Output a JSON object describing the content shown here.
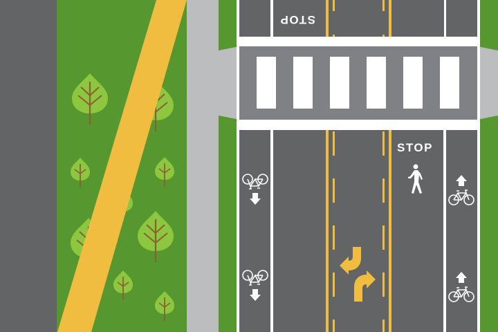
{
  "scene": {
    "description": "Top-down street illustration with park, sidewalk, crosswalk, bike lanes and center turn lane",
    "colors": {
      "asphalt": "#636466",
      "crosswalk_band": "#808184",
      "sidewalk": "#bcbdbf",
      "grass": "#56982f",
      "tree_leaf": "#8dc63f",
      "tree_trunk": "#8b5e34",
      "path_yellow": "#f1bd41",
      "line_white": "#ffffff"
    }
  },
  "markings": {
    "stop_top": "STOP",
    "stop_bottom": "STOP"
  },
  "icons": {
    "bike_left_upper": "bicycle-icon",
    "bike_left_lower": "bicycle-icon",
    "bike_right_upper": "bicycle-icon",
    "bike_right_lower": "bicycle-icon",
    "pedestrian": "pedestrian-icon",
    "left_turn": "left-turn-arrow-icon",
    "right_turn": "right-turn-arrow-icon"
  },
  "crosswalk": {
    "stripe_count": 6
  },
  "park": {
    "tree_count": 10
  }
}
